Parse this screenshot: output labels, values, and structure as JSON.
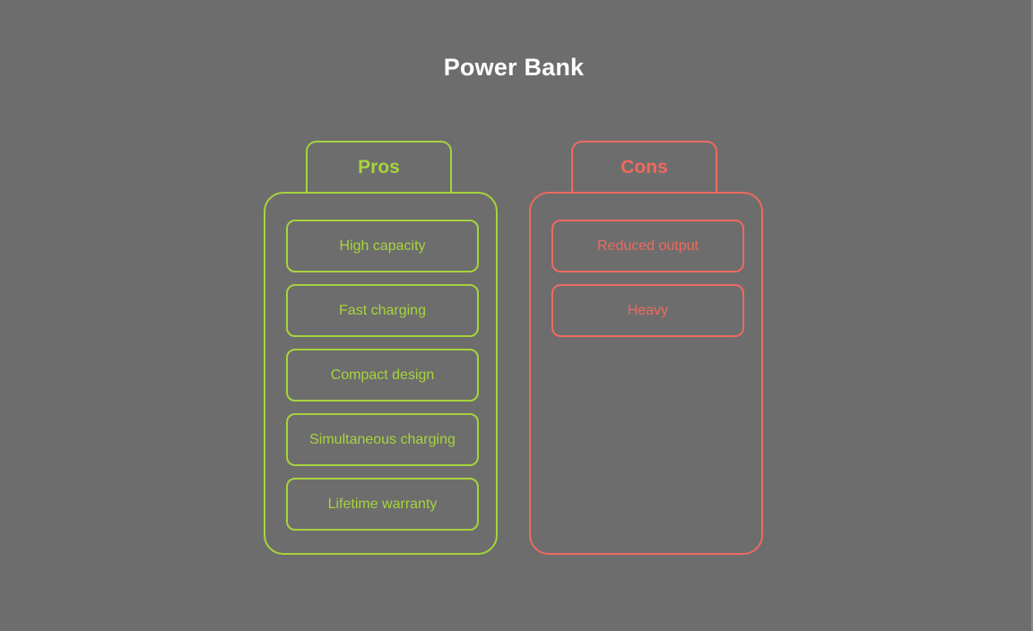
{
  "title": "Power Bank",
  "colors": {
    "background": "#6d6d6d",
    "pros": "#a6d43c",
    "cons": "#ee6a5f",
    "title": "#ffffff"
  },
  "pros": {
    "heading": "Pros",
    "items": [
      "High capacity",
      "Fast charging",
      "Compact design",
      "Simultaneous charging",
      "Lifetime warranty"
    ]
  },
  "cons": {
    "heading": "Cons",
    "items": [
      "Reduced output",
      "Heavy"
    ]
  }
}
